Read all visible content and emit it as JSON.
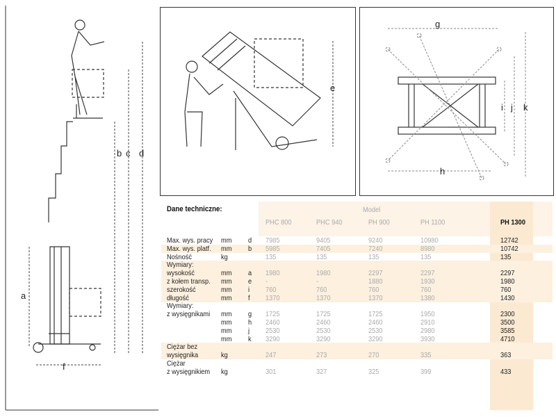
{
  "drawings": {
    "left_labels": [
      "a",
      "b",
      "c",
      "d",
      "f"
    ],
    "middle_labels": [
      "e"
    ],
    "right_labels": [
      "g",
      "h",
      "i",
      "j",
      "k"
    ]
  },
  "table": {
    "title": "Dane techniczne:",
    "model_label": "Model",
    "models": [
      "PHC 800",
      "PHC 940",
      "PH 900",
      "PH 1100",
      "PH 1300"
    ],
    "rows": [
      {
        "label": "Max. wys. pracy",
        "unit": "mm",
        "dim": "d",
        "values": [
          "7985",
          "9405",
          "9240",
          "10980",
          "12742"
        ]
      },
      {
        "label": "Max. wys. platf.",
        "unit": "mm",
        "dim": "b",
        "values": [
          "5985",
          "7405",
          "7240",
          "8980",
          "10742"
        ]
      },
      {
        "label": "Nośność",
        "unit": "kg",
        "dim": "",
        "values": [
          "135",
          "135",
          "135",
          "135",
          "135"
        ]
      },
      {
        "label": "Wymiary:",
        "unit": "",
        "dim": "",
        "values": [
          "",
          "",
          "",
          "",
          ""
        ]
      },
      {
        "label": "wysokość",
        "unit": "mm",
        "dim": "a",
        "values": [
          "1980",
          "1980",
          "2297",
          "2297",
          "2297"
        ]
      },
      {
        "label": "z kołem transp.",
        "unit": "mm",
        "dim": "e",
        "values": [
          "-",
          "-",
          "1880",
          "1930",
          "1980"
        ]
      },
      {
        "label": "szerokość",
        "unit": "mm",
        "dim": "i",
        "values": [
          "760",
          "760",
          "760",
          "760",
          "760"
        ]
      },
      {
        "label": "długość",
        "unit": "mm",
        "dim": "f",
        "values": [
          "1370",
          "1370",
          "1370",
          "1380",
          "1430"
        ]
      },
      {
        "label": "Wymiary:",
        "unit": "",
        "dim": "",
        "values": [
          "",
          "",
          "",
          "",
          ""
        ]
      },
      {
        "label": "z wysięgnikami",
        "unit": "mm",
        "dim": "g",
        "values": [
          "1725",
          "1725",
          "1725",
          "1950",
          "2300"
        ]
      },
      {
        "label": "",
        "unit": "mm",
        "dim": "h",
        "values": [
          "2460",
          "2460",
          "2460",
          "2910",
          "3500"
        ]
      },
      {
        "label": "",
        "unit": "mm",
        "dim": "j",
        "values": [
          "2530",
          "2530",
          "2530",
          "2980",
          "3585"
        ]
      },
      {
        "label": "",
        "unit": "mm",
        "dim": "k",
        "values": [
          "3290",
          "3290",
          "3290",
          "3930",
          "4710"
        ]
      },
      {
        "label": "Ciężar bez",
        "unit": "",
        "dim": "",
        "values": [
          "",
          "",
          "",
          "",
          ""
        ]
      },
      {
        "label": "wysięgnika",
        "unit": "kg",
        "dim": "",
        "values": [
          "247",
          "273",
          "270",
          "335",
          "363"
        ]
      },
      {
        "label": "Ciężar",
        "unit": "",
        "dim": "",
        "values": [
          "",
          "",
          "",
          "",
          ""
        ]
      },
      {
        "label": "z wysięgnikiem",
        "unit": "kg",
        "dim": "",
        "values": [
          "301",
          "327",
          "325",
          "399",
          "433"
        ]
      }
    ]
  }
}
